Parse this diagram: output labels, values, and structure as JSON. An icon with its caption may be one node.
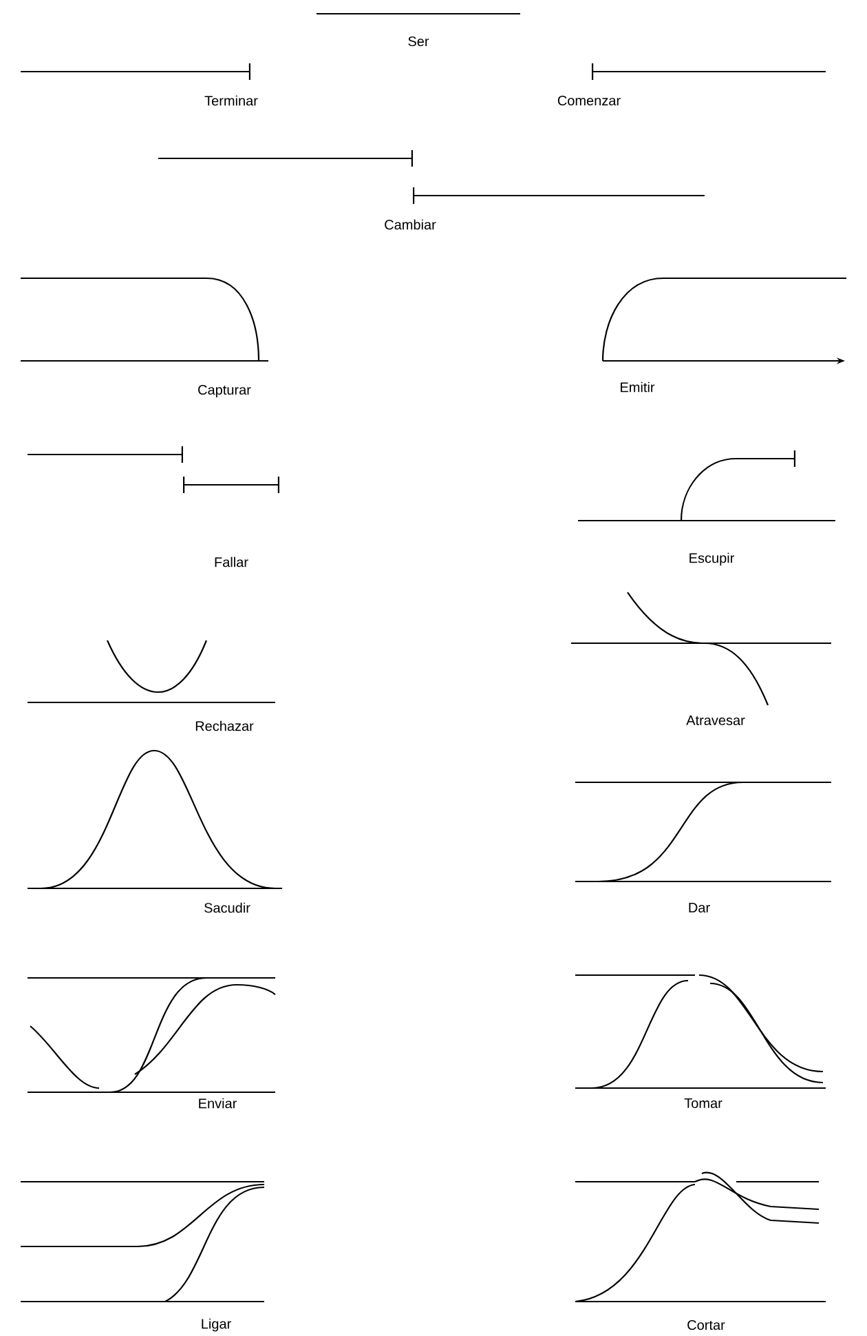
{
  "diagram": {
    "labels": [
      "Ser",
      "Terminar",
      "Comenzar",
      "Cambiar",
      "Capturar",
      "Emitir",
      "Fallar",
      "Escupir",
      "Rechazar",
      "Atravesar",
      "Sacudir",
      "Dar",
      "Enviar",
      "Tomar",
      "Ligar",
      "Cortar"
    ]
  }
}
